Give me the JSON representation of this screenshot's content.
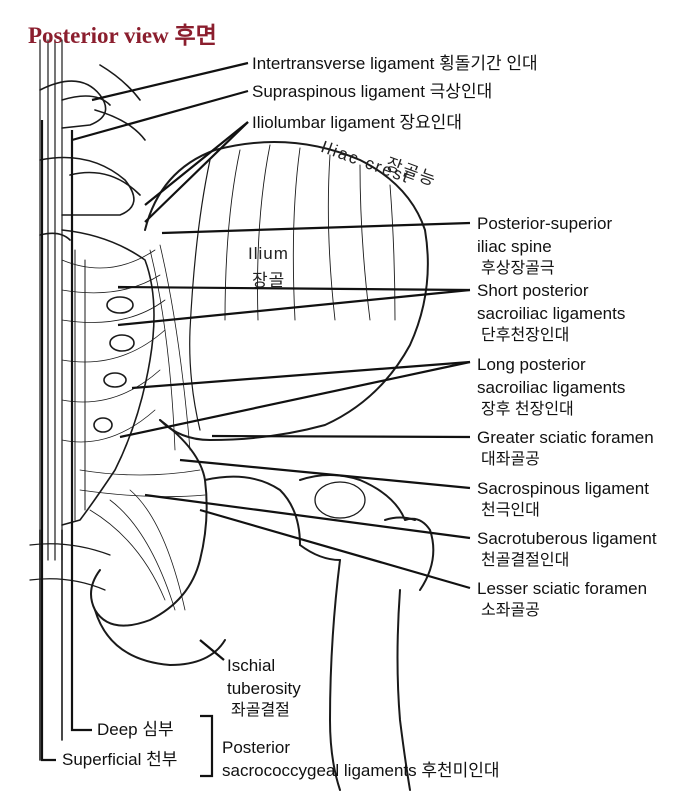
{
  "title": "Posterior view 후면",
  "colors": {
    "title": "#8b1e2e",
    "ink": "#111111",
    "background": "#ffffff"
  },
  "bone_labels": {
    "ilium_en": "Ilium",
    "ilium_ko": "장골",
    "iliac_crest_en": "Iliac crest",
    "iliac_crest_ko": "장골능"
  },
  "labels": {
    "intertransverse": "Intertransverse ligament  횡돌기간 인대",
    "supraspinous": "Supraspinous ligament  극상인대",
    "iliolumbar": "Iliolumbar ligament  장요인대",
    "psis_1": "Posterior-superior",
    "psis_2": "iliac spine",
    "psis_ko": "후상장골극",
    "short_1": "Short posterior",
    "short_2": "sacroiliac ligaments",
    "short_ko": "단후천장인대",
    "long_1": "Long posterior",
    "long_2": "sacroiliac ligaments",
    "long_ko": "장후 천장인대",
    "greater_sciatic": "Greater sciatic foramen",
    "greater_sciatic_ko": "대좌골공",
    "sacrospinous": "Sacrospinous ligament",
    "sacrospinous_ko": "천극인대",
    "sacrotuberous": "Sacrotuberous ligament",
    "sacrotuberous_ko": "천골결절인대",
    "lesser_sciatic": "Lesser sciatic foramen",
    "lesser_sciatic_ko": "소좌골공",
    "ischial_1": "Ischial",
    "ischial_2": "tuberosity",
    "ischial_ko": "좌골결절",
    "deep": "Deep 심부",
    "superficial": "Superficial 천부",
    "sacrococcygeal_1": "Posterior",
    "sacrococcygeal_2": "sacrococcygeal ligaments  후천미인대"
  }
}
